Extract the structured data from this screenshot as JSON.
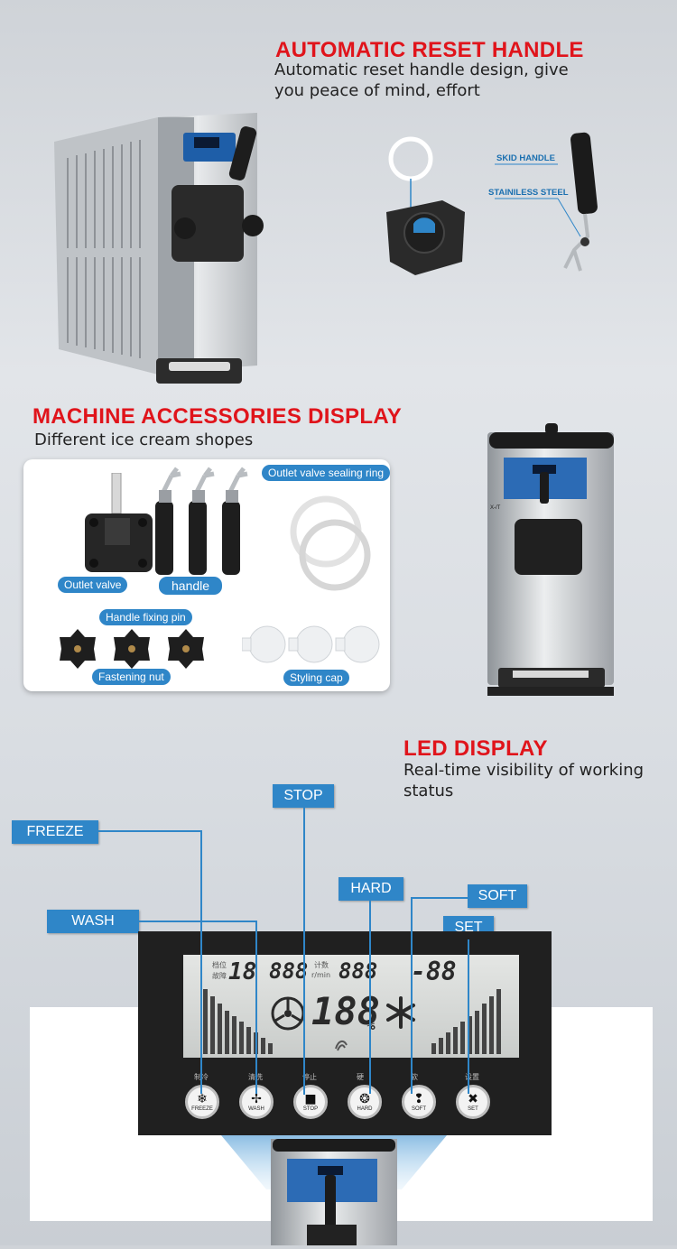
{
  "reset_section": {
    "title": "AUTOMATIC RESET HANDLE",
    "description": "Automatic reset handle design, give you peace of mind, effort",
    "callouts": {
      "skid": "SKID HANDLE",
      "steel": "STAINILESS STEEL"
    }
  },
  "accessories_section": {
    "title": "MACHINE ACCESSORIES DISPLAY",
    "description": "Different ice cream shopes",
    "labels": {
      "outlet_valve": "Outlet valve",
      "handle": "handle",
      "sealing_ring": "Outlet valve sealing ring",
      "fixing_pin": "Handle fixing pin",
      "fastening_nut": "Fastening nut",
      "styling_cap": "Styling cap"
    }
  },
  "machine_badge": "X-/T",
  "led_section": {
    "title": "LED DISPLAY",
    "description": "Real-time visibility of working status",
    "labels": {
      "freeze": "FREEZE",
      "wash": "WASH",
      "stop": "STOP",
      "hard": "HARD",
      "soft": "SOFT",
      "set": "SET"
    },
    "lcd": {
      "small_cn_1": "档位",
      "small_cn_2": "故障",
      "count_cn": "计数",
      "unit_rpm": "r/min",
      "digits_1": "18",
      "digits_2": "888",
      "digits_3": "888",
      "digits_4": "-88",
      "big_digits": "188",
      "percent": "%"
    },
    "buttons": [
      {
        "cn": "制冷",
        "en": "FREEZE",
        "icon": "snowflake-icon",
        "glyph": "❄"
      },
      {
        "cn": "清洗",
        "en": "WASH",
        "icon": "fan-icon",
        "glyph": "✢"
      },
      {
        "cn": "停止",
        "en": "STOP",
        "icon": "stop-icon",
        "glyph": "■"
      },
      {
        "cn": "硬",
        "en": "HARD",
        "icon": "hard-icon",
        "glyph": "❂"
      },
      {
        "cn": "软",
        "en": "SOFT",
        "icon": "soft-icon",
        "glyph": "❢"
      },
      {
        "cn": "设置",
        "en": "SET",
        "icon": "tools-icon",
        "glyph": "✖"
      }
    ]
  },
  "colors": {
    "accent_red": "#e0141b",
    "accent_blue": "#2f86c8",
    "panel": "#202020"
  }
}
